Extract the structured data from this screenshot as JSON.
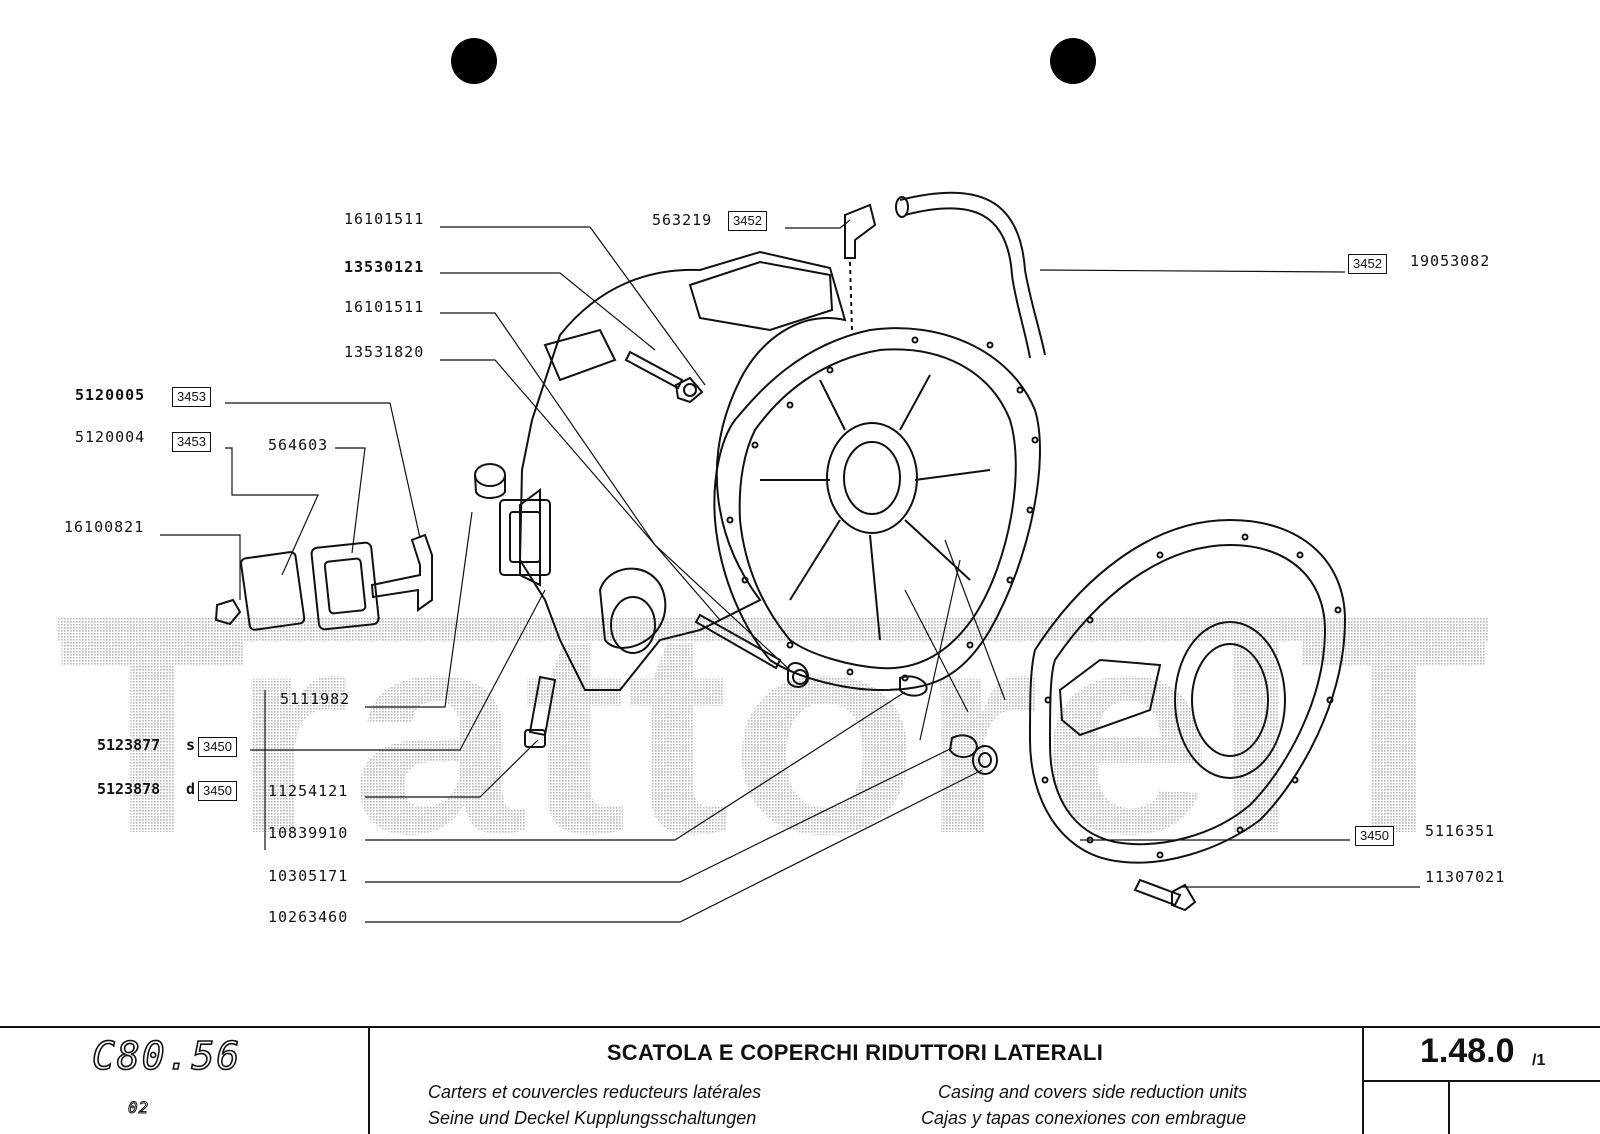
{
  "callouts": {
    "c1": "16101511",
    "c2": "13530121",
    "c3": "16101511",
    "c4": "13531820",
    "c5": "5120005",
    "c5_ref": "3453",
    "c6": "5120004",
    "c6_ref": "3453",
    "c7": "564603",
    "c8": "16100821",
    "c9": "563219",
    "c9_ref": "3452",
    "c10": "19053082",
    "c10_ref": "3452",
    "c11": "5111982",
    "c12": "5123877",
    "c12_side": "s",
    "c12_ref": "3450",
    "c13": "5123878",
    "c13_side": "d",
    "c13_ref": "3450",
    "c14": "11254121",
    "c15": "10839910",
    "c16": "10305171",
    "c17": "10263460",
    "c18": "5116351",
    "c18_ref": "3450",
    "c19": "11307021"
  },
  "watermark": "TrattoreIT",
  "footer": {
    "model": "C80.56",
    "model_sub": "02",
    "title": "SCATOLA E COPERCHI RIDUTTORI LATERALI",
    "fr": "Carters et couvercles reducteurs latérales",
    "de": "Seine und Deckel Kupplungsschaltungen",
    "en": "Casing and covers side reduction units",
    "es": "Cajas y tapas conexiones con embrague",
    "page": "1.48.0",
    "page_suffix": "/1"
  }
}
